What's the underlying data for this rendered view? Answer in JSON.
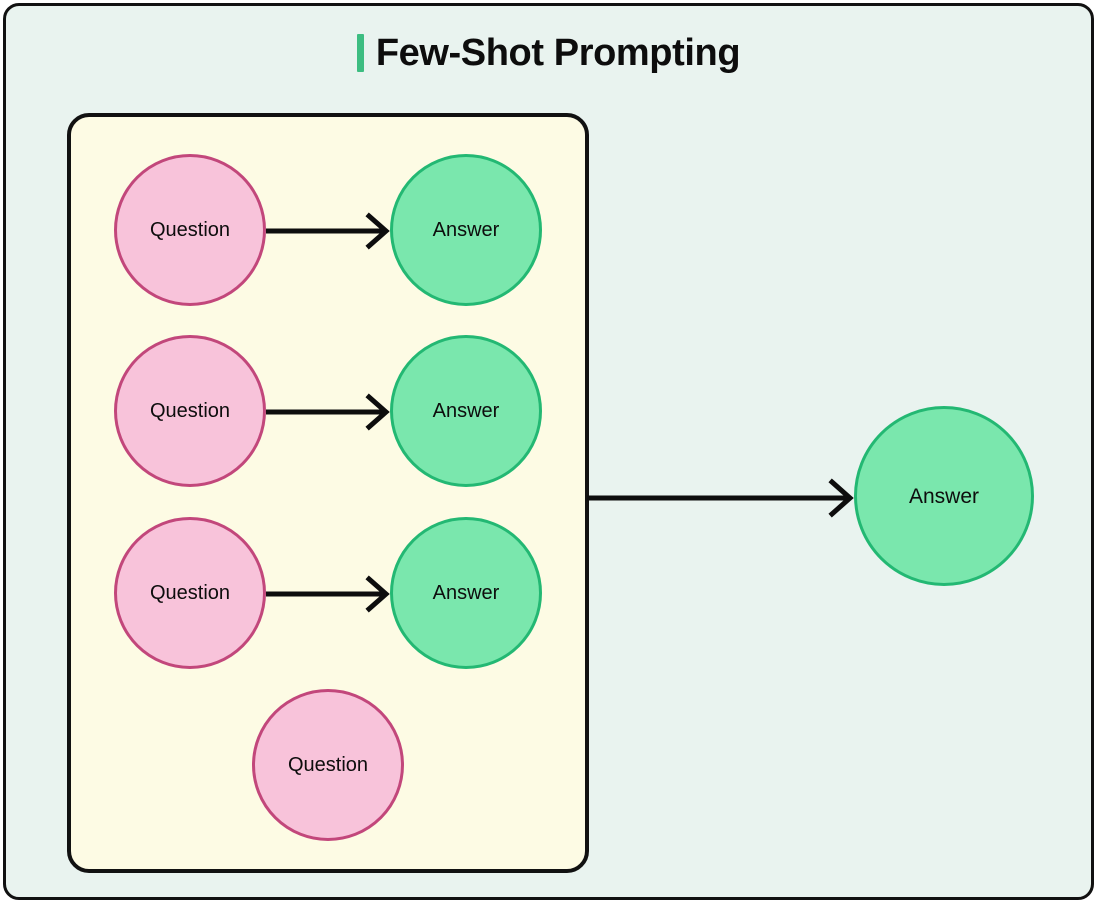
{
  "title": {
    "text": "Few-Shot Prompting",
    "accent_color": "#3dbd81"
  },
  "colors": {
    "canvas_background": "#e9f3ef",
    "canvas_border": "#111111",
    "example_box_background": "#fdfbe4",
    "example_box_border": "#111111",
    "question_fill": "#f8c3da",
    "question_border": "#c2477b",
    "answer_fill": "#7ae7ad",
    "answer_border": "#23b873",
    "arrow": "#0d0d0d",
    "text": "#0d0d0d"
  },
  "labels": {
    "question": "Question",
    "answer": "Answer"
  },
  "example_box": {
    "pairs": [
      {
        "question": "Question",
        "answer": "Answer"
      },
      {
        "question": "Question",
        "answer": "Answer"
      },
      {
        "question": "Question",
        "answer": "Answer"
      }
    ],
    "final_query": "Question"
  },
  "output": {
    "answer": "Answer"
  }
}
